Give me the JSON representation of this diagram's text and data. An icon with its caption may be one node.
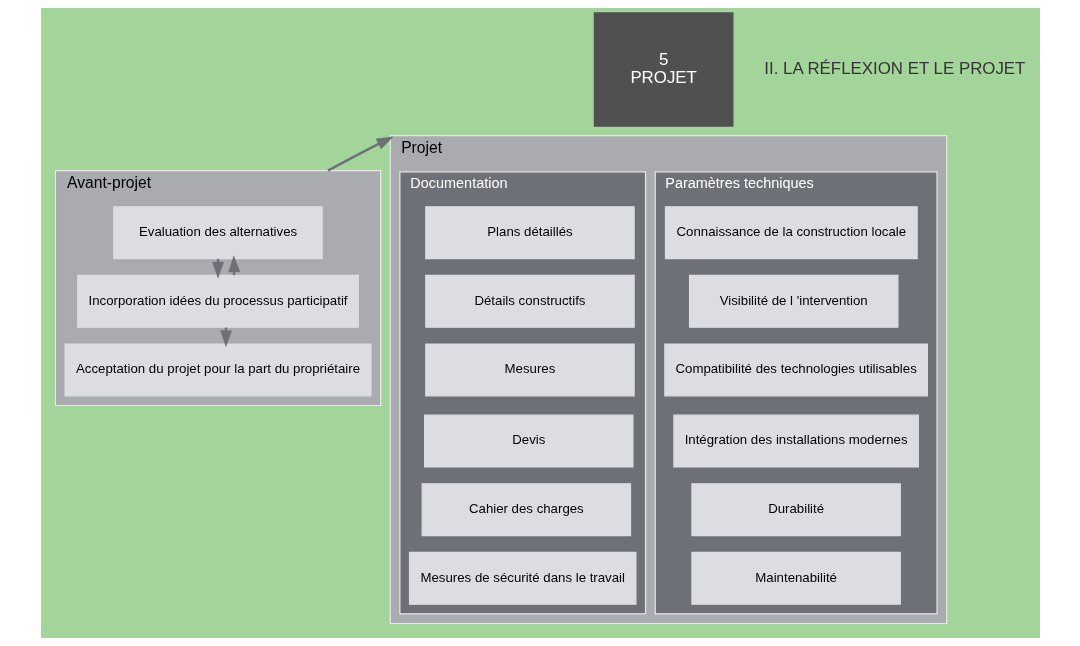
{
  "diagram": {
    "nodes": [
      {
        "text": [
          "5",
          "PROJET"
        ]
      },
      {
        "text": [
          "Avant-projet"
        ]
      },
      {
        "text": [
          "Evaluation des alternatives"
        ],
        "in": 1
      },
      {
        "text": [
          "Incorporation idées du processus participatif"
        ],
        "in": 1
      },
      {
        "text": [
          "Acceptation du projet pour la part du propriétaire"
        ],
        "in": 1
      },
      {
        "text": [
          "Projet"
        ]
      },
      {
        "text": [
          "Paramètres techniques"
        ],
        "in": 5
      },
      {
        "text": [
          "Connaissance de la construction locale"
        ],
        "in": 6
      },
      {
        "text": [
          "Visibilité de l 'intervention"
        ],
        "in": 6
      },
      {
        "text": [
          "Compatibilité des technologies utilisables"
        ],
        "in": 6
      },
      {
        "text": [
          "Intégration des installations modernes"
        ],
        "in": 6
      },
      {
        "text": [
          "Durabilité"
        ],
        "in": 6
      },
      {
        "text": [
          "Maintenabilité"
        ],
        "in": 6
      },
      {
        "text": [
          "Documentation"
        ],
        "in": 5
      },
      {
        "text": [
          "Plans détaillés"
        ],
        "in": 13
      },
      {
        "text": [
          "Détails constructifs"
        ],
        "in": 13
      },
      {
        "text": [
          "Mesures"
        ],
        "in": 13
      },
      {
        "text": [
          "Devis"
        ],
        "in": 13
      },
      {
        "text": [
          "Cahier des charges"
        ],
        "in": 13
      },
      {
        "text": [
          "Mesures de sécurité dans le travail"
        ],
        "in": 13
      }
    ],
    "edges": [
      {
        "from": 2,
        "to": 3,
        "arrow": "to"
      },
      {
        "from": 3,
        "to": 4,
        "arrow": "to"
      },
      {
        "from": 3,
        "to": 2,
        "arrow": "to",
        "style": "dashed"
      },
      {
        "from": 1,
        "to": 5,
        "arrow": "to"
      }
    ],
    "labels": [
      "II. LA RÉFLEXION ET LE PROJET"
    ]
  }
}
